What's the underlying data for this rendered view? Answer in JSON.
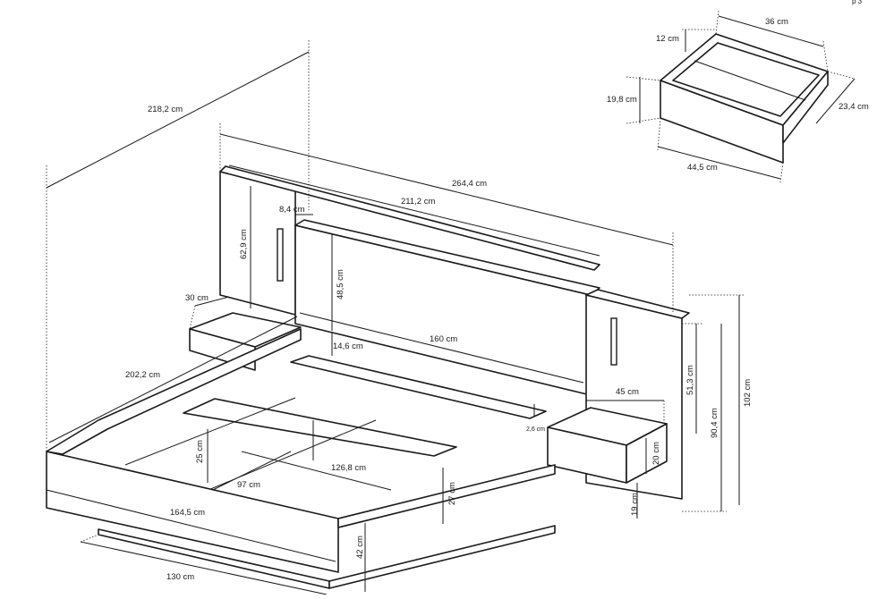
{
  "dimensions": {
    "overall_length_diag": "218,2 cm",
    "headboard_total_width": "264,4 cm",
    "headboard_center_width": "211,2 cm",
    "headboard_offset": "8,4 cm",
    "headboard_panel_height": "62,9 cm",
    "headboard_cushion_height": "48,5 cm",
    "nightstand_left_depth": "30 cm",
    "slat_gap": "14,6 cm",
    "mattress_width": "160 cm",
    "frame_side_length": "202,2 cm",
    "rail_height_left": "25 cm",
    "inner_length": "126,8 cm",
    "inner_width": "97 cm",
    "frame_width": "164,5 cm",
    "frame_height": "27 cm",
    "base_width": "130 cm",
    "total_frame_height": "42 cm",
    "nightstand_right_depth": "45 cm",
    "nightstand_top_thickness": "2,6 cm",
    "nightstand_height": "20 cm",
    "nightstand_floor_clearance": "19 cm",
    "side_panel_height": "51,3 cm",
    "side_panel_total": "90,4 cm",
    "total_height": "102 cm"
  },
  "drawer": {
    "width": "36 cm",
    "side_height": "12 cm",
    "front_height": "19,8 cm",
    "depth": "23,4 cm",
    "front_width": "44,5 cm"
  },
  "corner_text": "p 3"
}
